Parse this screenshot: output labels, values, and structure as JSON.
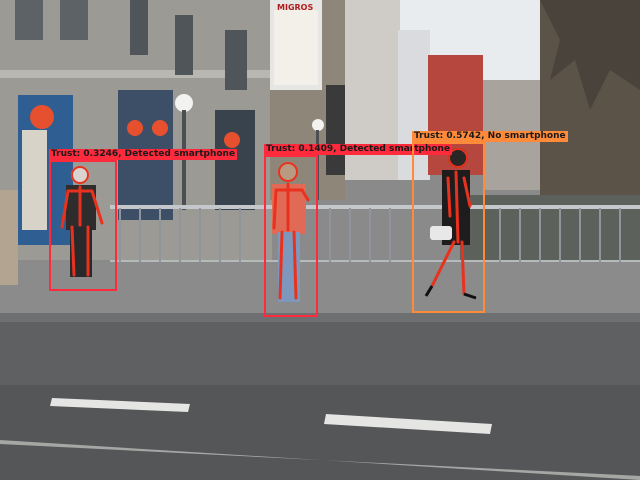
{
  "scene": {
    "shop_sign_text": "MIGROS",
    "colors": {
      "detected_smartphone": "#ff2a3c",
      "no_smartphone": "#ff8a3a",
      "skeleton": "#e8321e"
    }
  },
  "detections": [
    {
      "label": "Trust: 0.3246, Detected smartphone",
      "class": "detected_smartphone"
    },
    {
      "label": "Trust: 0.1409, Detected smartphone",
      "class": "detected_smartphone"
    },
    {
      "label": "Trust: 0.5742, No smartphone",
      "class": "no_smartphone"
    }
  ]
}
